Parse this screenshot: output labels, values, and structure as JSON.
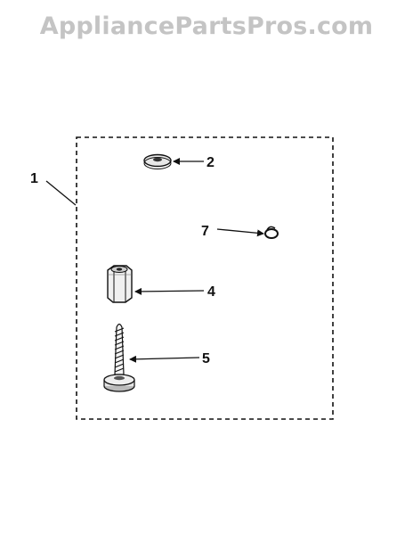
{
  "watermark": "AppliancePartsPros.com",
  "colors": {
    "line": "#111111",
    "watermark": "#c4c4c4",
    "background": "#ffffff"
  },
  "callouts": [
    {
      "id": "1",
      "label": "1",
      "part": "kit-outline"
    },
    {
      "id": "2",
      "label": "2",
      "part": "washer"
    },
    {
      "id": "7",
      "label": "7",
      "part": "clip-ring"
    },
    {
      "id": "4",
      "label": "4",
      "part": "hex-standoff"
    },
    {
      "id": "5",
      "label": "5",
      "part": "screw-with-washer"
    }
  ]
}
